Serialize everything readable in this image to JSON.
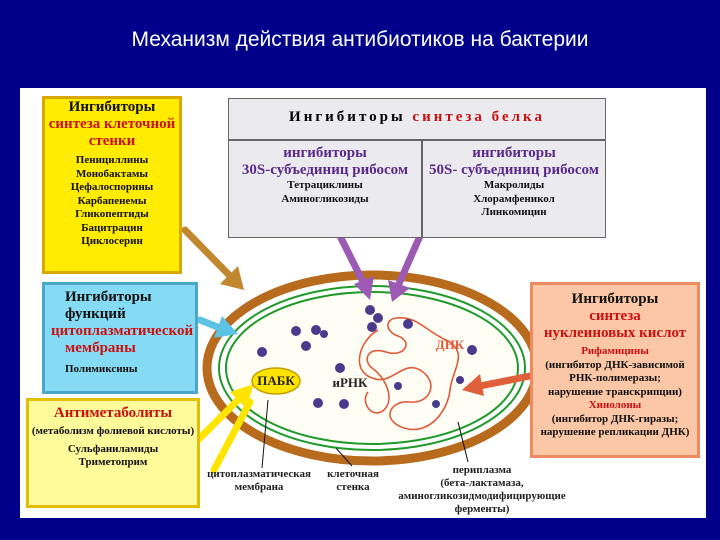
{
  "title": "Механизм действия антибиотиков на бактерии",
  "cell_wall_box": {
    "h1": "Ингибиторы",
    "h2": "синтеза клеточной",
    "h3": "стенки",
    "items": [
      "Пенициллины",
      "Монобактамы",
      "Цефалоспорины",
      "Карбапенемы",
      "Гликопептиды",
      "Бацитрацин",
      "Циклосерин"
    ]
  },
  "membrane_box": {
    "h1": "Ингибиторы",
    "h2": "функций",
    "h3": "цитоплазматической",
    "h4": "мембраны",
    "item": "Полимиксины"
  },
  "antimetab_box": {
    "h1": "Антиметаболиты",
    "sub": "(метаболизм фолиевой кислоты)",
    "items": [
      "Сульфаниламиды",
      "Триметоприм"
    ]
  },
  "nucleic_box": {
    "h1": "Ингибиторы",
    "h2": "синтеза",
    "h3": "нуклеиновых кислот",
    "d1": "Рифамицины",
    "d1a": "(ингибитор ДНК-зависимой",
    "d1b": "РНК-полимеразы;",
    "d1c": "нарушение транскрипции)",
    "d2": "Хинолоны",
    "d2a": "(ингибитор ДНК-гиразы;",
    "d2b": "нарушение репликации ДНК)"
  },
  "protein": {
    "header_a": "Ингибиторы ",
    "header_b": "синтеза белка",
    "s30_h1": "ингибиторы",
    "s30_h2": "30S-субъединиц рибосом",
    "s30_items": [
      "Тетрациклины",
      "Аминогликозиды"
    ],
    "s50_h1": "ингибиторы",
    "s50_h2": "50S- субъединиц рибосом",
    "s50_items": [
      "Макролиды",
      "Хлорамфеникол",
      "Линкомицин"
    ]
  },
  "cell": {
    "paba": "ПАБК",
    "mrna": "иРНК",
    "dna": "ДНК"
  },
  "labels": {
    "cyto1": "цитоплазматическая",
    "cyto2": "мембрана",
    "wall1": "клеточная",
    "wall2": "стенка",
    "peri1": "периплазма",
    "peri2": "(бета-лактамаза,",
    "peri3": "аминогликозидмодифицирующие",
    "peri4": "ферменты)"
  },
  "colors": {
    "background": "#00008b",
    "wall": "#b86b1c",
    "membrane": "#1f9a2a",
    "ribosome": "#5a3a8a",
    "dna": "#e05a3a"
  }
}
